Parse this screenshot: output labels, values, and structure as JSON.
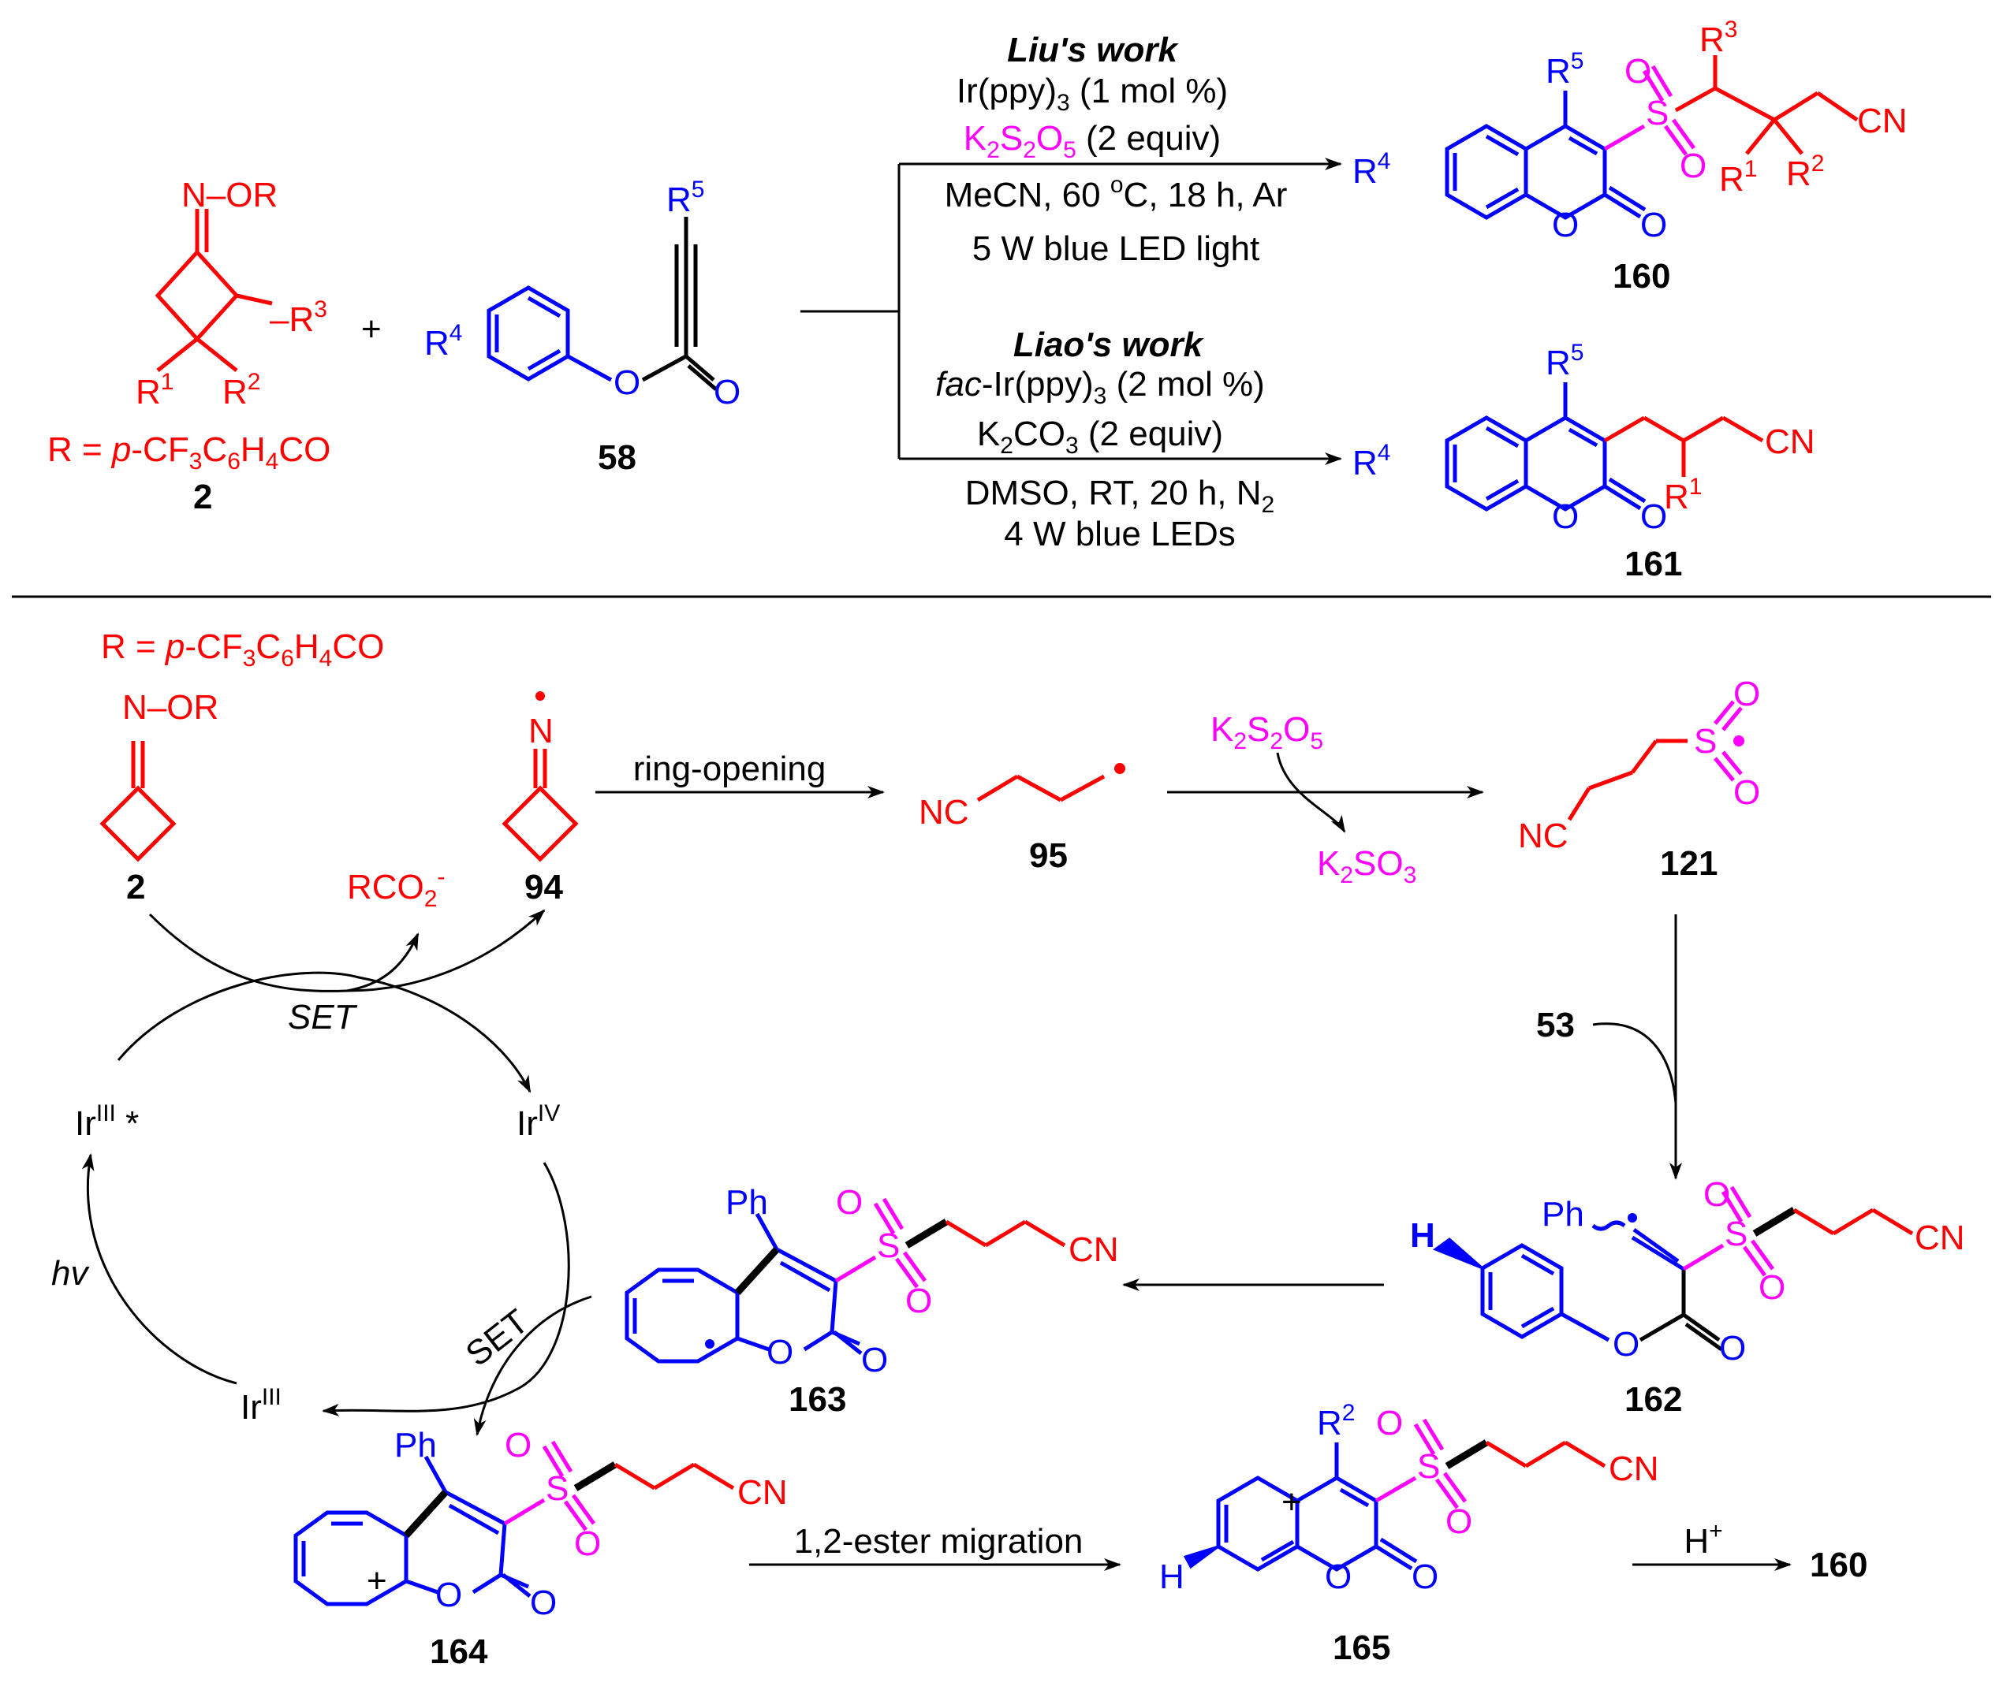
{
  "colors": {
    "reagent_red": "#ff0000",
    "aryl_blue": "#0000ff",
    "sulfonyl_magenta": "#ff00ff",
    "text_black": "#000000"
  },
  "top": {
    "reactant_2": {
      "label": "2",
      "OR": "N–OR",
      "R3": "–R",
      "R1": "R",
      "R2": "R",
      "R_def_a": "R = ",
      "R_def_b": "p",
      "R_def_c": "-CF",
      "R_def_d": "C",
      "R_def_e": "H",
      "R_def_f": "CO",
      "sub3": "3",
      "sub6": "6",
      "sub4": "4"
    },
    "plus": "+",
    "reactant_58": {
      "label": "58",
      "R4": "R",
      "R5": "R",
      "O_ester": "O",
      "O_carbonyl": "O"
    },
    "liu": {
      "header": "Liu's work",
      "line1": "Ir(ppy)",
      "line1_sub": "3",
      "line1_tail": " (1 mol %)",
      "line2_a": "K",
      "line2_b": "S",
      "line2_c": "O",
      "line2_tail": " (2 equiv)",
      "line3_a": "MeCN, 60 ",
      "line3_sup": "o",
      "line3_b": "C, 18 h, Ar",
      "line4": "5 W blue LED light"
    },
    "liao": {
      "header": "Liao's work",
      "line1_a": "fac",
      "line1_b": "-Ir(ppy)",
      "line1_sub": "3",
      "line1_tail": " (2 mol %)",
      "line2_a": "K",
      "line2_b": "CO",
      "line2_tail": " (2 equiv)",
      "line3_a": "DMSO, RT, 20 h, N",
      "line3_sub": "2",
      "line4": "4 W blue LEDs"
    },
    "product_160": {
      "label": "160",
      "R4": "R",
      "R5": "R",
      "R3": "R",
      "R1": "R",
      "R2": "R",
      "CN": "CN",
      "S": "S",
      "O": "O"
    },
    "product_161": {
      "label": "161",
      "R4": "R",
      "R5": "R",
      "R1": "R",
      "CN": "CN",
      "O": "O"
    }
  },
  "mechanism": {
    "R_def_a": "R = ",
    "R_def_b": "p",
    "R_def_c": "-CF",
    "R_def_d": "C",
    "R_def_e": "H",
    "R_def_f": "CO",
    "cmpd_2": {
      "label": "2",
      "OR": "N–OR"
    },
    "cmpd_94": {
      "label": "94",
      "N": "N"
    },
    "ring_opening": "ring-opening",
    "cmpd_95": {
      "label": "95",
      "NC": "NC"
    },
    "k2s2o5_a": "K",
    "k2s2o5_b": "S",
    "k2s2o5_c": "O",
    "k2so3_a": "K",
    "k2so3_b": "SO",
    "cmpd_121": {
      "label": "121",
      "NC": "NC",
      "S": "S",
      "O": "O"
    },
    "rco2_a": "RCO",
    "rco2_sub": "2",
    "rco2_sup": "-",
    "set_top": "SET",
    "set_bottom": "SET",
    "ir_iii_star_a": "Ir",
    "ir_iii_star_sup": "III",
    "ir_iii_star_b": " *",
    "ir_iv_a": "Ir",
    "ir_iv_sup": "IV",
    "ir_iii_a": "Ir",
    "ir_iii_sup": "III",
    "hv": "hv",
    "cmpd_53": "53",
    "cmpd_162": {
      "label": "162",
      "H": "H",
      "Ph": "Ph",
      "CN": "CN",
      "S": "S",
      "O": "O"
    },
    "cmpd_163": {
      "label": "163",
      "Ph": "Ph",
      "CN": "CN",
      "S": "S",
      "O": "O"
    },
    "cmpd_164": {
      "label": "164",
      "Ph": "Ph",
      "CN": "CN",
      "plus": "+",
      "S": "S",
      "O": "O"
    },
    "ester_migration": "1,2-ester migration",
    "cmpd_165": {
      "label": "165",
      "H": "H",
      "R2": "R",
      "CN": "CN",
      "plus": "+",
      "S": "S",
      "O": "O"
    },
    "h_plus_a": "H",
    "h_plus_sup": "+",
    "final_160": "160",
    "sup1": "1",
    "sup2": "2",
    "sup3": "3",
    "sup4": "4",
    "sup5": "5",
    "sub2": "2",
    "sub3": "3",
    "sub5": "5"
  }
}
